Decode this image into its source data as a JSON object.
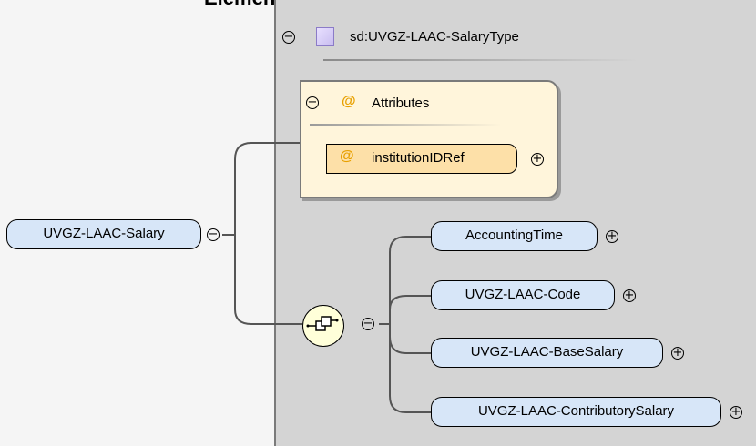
{
  "header": {
    "title": "Element"
  },
  "type": {
    "label": "sd:UVGZ-LAAC-SalaryType"
  },
  "root": {
    "label": "UVGZ-LAAC-Salary"
  },
  "attributes": {
    "header_label": "Attributes",
    "items": [
      {
        "label": "institutionIDRef"
      }
    ]
  },
  "sequence": {
    "children": [
      {
        "label": "AccountingTime"
      },
      {
        "label": "UVGZ-LAAC-Code"
      },
      {
        "label": "UVGZ-LAAC-BaseSalary"
      },
      {
        "label": "UVGZ-LAAC-ContributorySalary"
      }
    ]
  },
  "glyphs": {
    "expand": "+",
    "collapse": "−",
    "attribute": "@"
  },
  "colors": {
    "element_fill": "#d7e6f8",
    "attribute_group_fill": "#fff5db",
    "attribute_fill": "#fde0a8",
    "type_panel": "#d4d4d4",
    "compositor_fill": "#ffffd9",
    "attribute_marker": "#e8a000"
  }
}
